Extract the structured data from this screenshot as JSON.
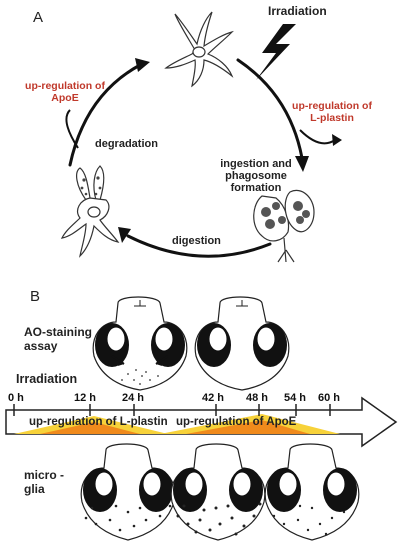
{
  "panel_a": {
    "label": "A",
    "irradiation": "Irradiation",
    "up_lplastin": "up-regulation of L-plastin",
    "up_apoe": "up-regulation of ApoE",
    "degradation": "degradation",
    "ingestion": "ingestion and phagosome formation",
    "digestion": "digestion"
  },
  "panel_b": {
    "label": "B",
    "ao_staining": "AO-staining assay",
    "irradiation": "Irradiation",
    "microglia": "micro -glia",
    "band_lplastin": "up-regulation of L-plastin",
    "band_apoe": "up-regulation of ApoE",
    "ticks": [
      "0 h",
      "12 h",
      "24 h",
      "42 h",
      "48 h",
      "54 h",
      "60 h"
    ]
  },
  "colors": {
    "accent_red": "#c0392b",
    "band_orange": "#f08a1c",
    "band_yellow": "#f7d23a"
  }
}
